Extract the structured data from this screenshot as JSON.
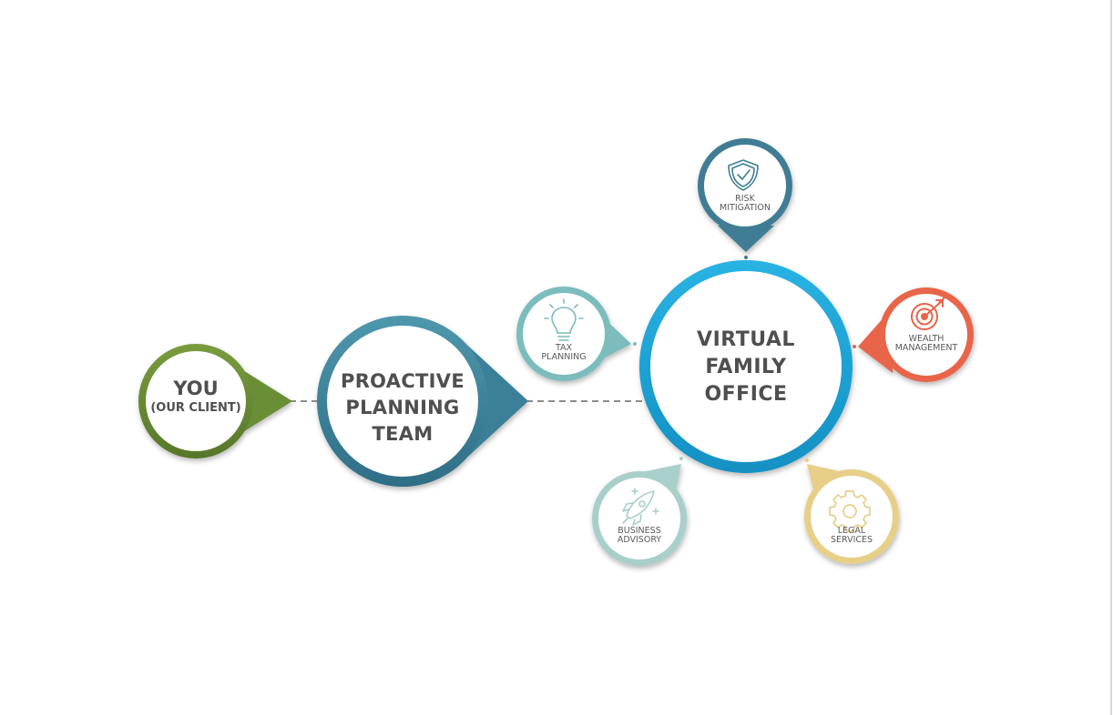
{
  "client": {
    "title": "YOU",
    "subtitle": "(OUR CLIENT)"
  },
  "team": {
    "lines": [
      "PROACTIVE",
      "PLANNING",
      "TEAM"
    ]
  },
  "office": {
    "lines": [
      "VIRTUAL",
      "FAMILY",
      "OFFICE"
    ]
  },
  "services": {
    "risk": {
      "lines": [
        "RISK",
        "MITIGATION"
      ],
      "icon": "shield-check-icon",
      "color": "#3f7d94"
    },
    "tax": {
      "lines": [
        "TAX",
        "PLANNING"
      ],
      "icon": "lightbulb-icon",
      "color": "#7cbcbc"
    },
    "wealth": {
      "lines": [
        "WEALTH",
        "MANAGEMENT"
      ],
      "icon": "target-icon",
      "color": "#e8654a"
    },
    "business": {
      "lines": [
        "BUSINESS",
        "ADVISORY"
      ],
      "icon": "rocket-icon",
      "color": "#a9cfcb"
    },
    "legal": {
      "lines": [
        "LEGAL",
        "SERVICES"
      ],
      "icon": "gear-icon",
      "color": "#e7cf87"
    }
  },
  "colors": {
    "client": "#6b8e35",
    "team": "#3a7f98",
    "office": "#1aa0d4",
    "connector": "#666666",
    "text": "#4f4f4f"
  }
}
